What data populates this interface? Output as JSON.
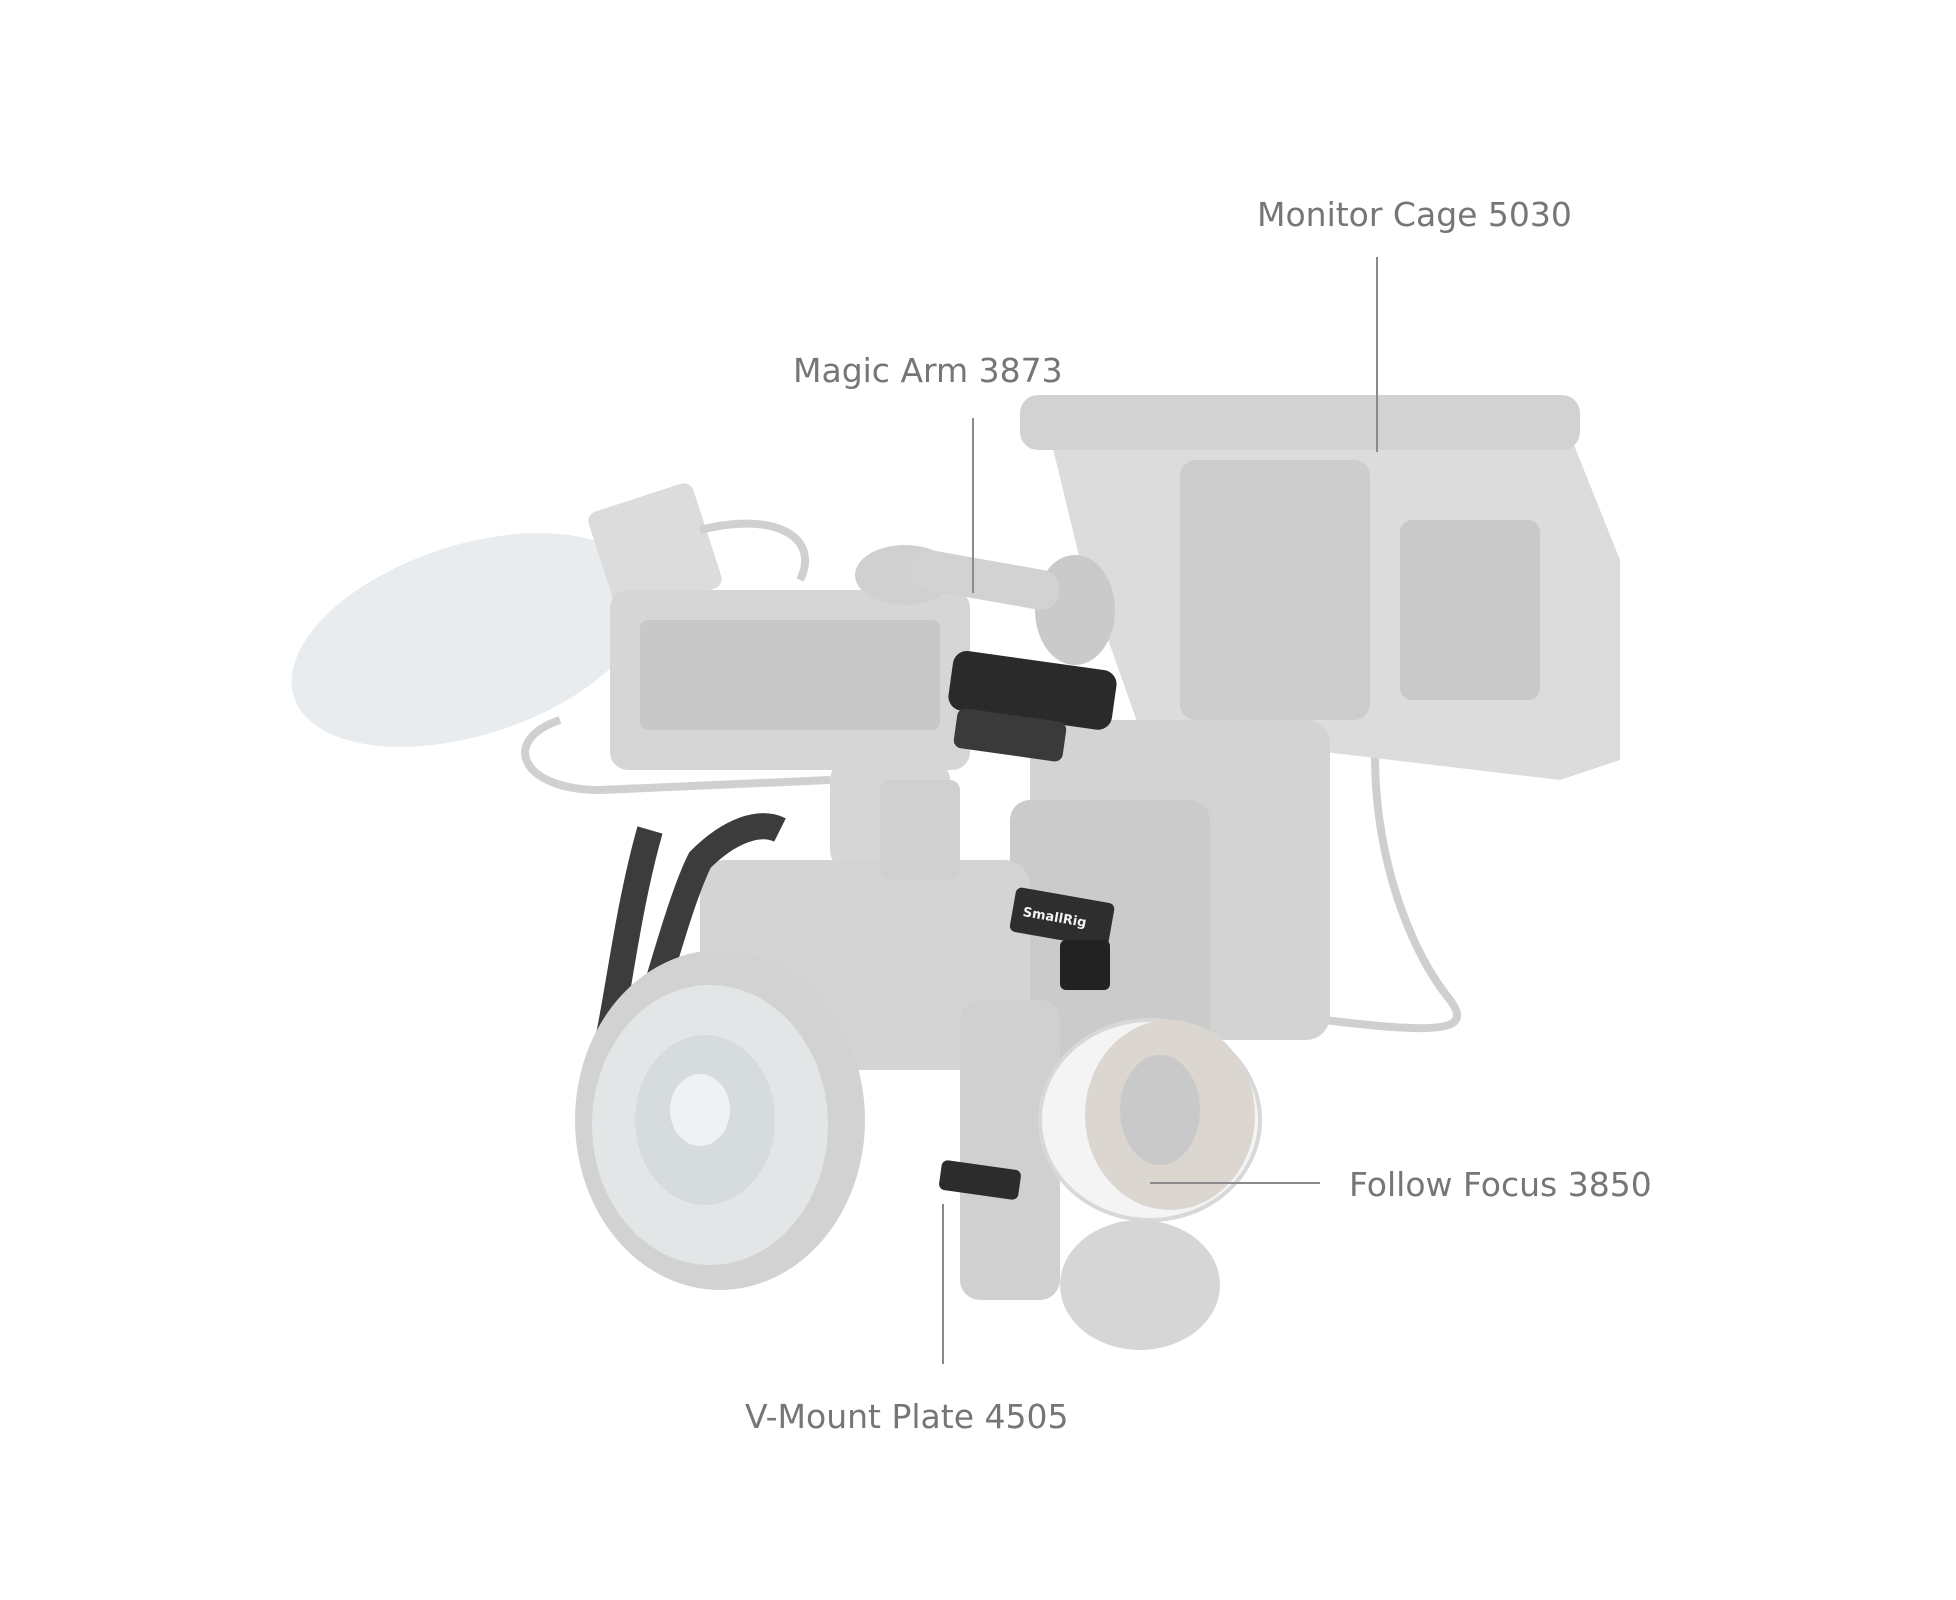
{
  "diagram": {
    "subject": "camera-rig",
    "callouts": [
      {
        "id": "monitor-cage",
        "label": "Monitor Cage 5030"
      },
      {
        "id": "magic-arm",
        "label": "Magic Arm 3873"
      },
      {
        "id": "follow-focus",
        "label": "Follow Focus 3850"
      },
      {
        "id": "v-mount-plate",
        "label": "V-Mount Plate 4505"
      }
    ],
    "brand_marks": [
      "SmallRig"
    ],
    "colors": {
      "label": "#767676",
      "leader": "#8a8a8a",
      "ghost": "#d4d4d4",
      "highlight": "#2a2a2a"
    }
  }
}
